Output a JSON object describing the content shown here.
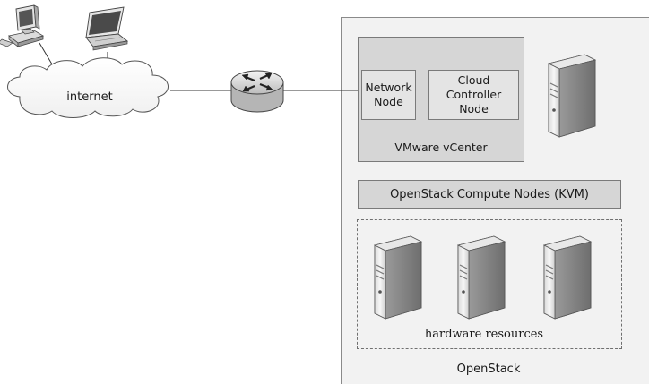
{
  "diagram": {
    "internet_label": "internet",
    "network_node_label": "Network\nNode",
    "cloud_controller_label": "Cloud\nController\nNode",
    "vcenter_label": "VMware vCenter",
    "compute_nodes_label": "OpenStack Compute Nodes (KVM)",
    "hardware_label": "hardware resources",
    "openstack_label": "OpenStack"
  },
  "icons": [
    "desktop-computer-icon",
    "laptop-icon",
    "cloud-icon",
    "router-icon",
    "server-icon"
  ]
}
